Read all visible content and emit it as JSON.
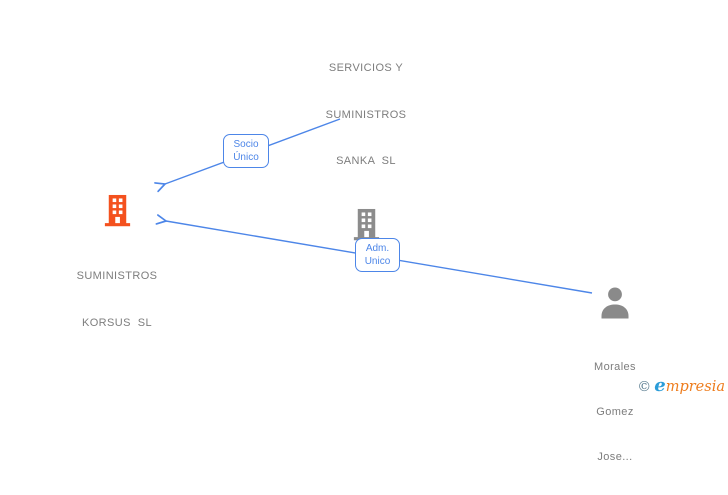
{
  "diagram": {
    "background": "#ffffff",
    "colors": {
      "edge_blue": "#4d86e8",
      "edge_label_text": "#4d86e8",
      "node_label_gray": "#7d7d7d",
      "company_icon_gray": "#8c8c8c",
      "company_icon_orange": "#f4511e",
      "person_icon_gray": "#8a8a8a"
    },
    "nodes": [
      {
        "id": "sanka",
        "type": "company",
        "icon": "building-icon",
        "icon_color": "#8c8c8c",
        "label_lines": [
          "SERVICIOS Y",
          "SUMINISTROS",
          "SANKA  SL"
        ]
      },
      {
        "id": "korsus",
        "type": "company",
        "icon": "building-icon",
        "icon_color": "#f4511e",
        "label_lines": [
          "SUMINISTROS",
          "KORSUS  SL"
        ]
      },
      {
        "id": "morales",
        "type": "person",
        "icon": "person-icon",
        "icon_color": "#8a8a8a",
        "label_lines": [
          "Morales",
          "Gomez",
          "Jose..."
        ]
      }
    ],
    "edges": [
      {
        "id": "socio-unico",
        "from": "sanka",
        "to": "korsus",
        "label_lines": [
          "Socio",
          "Único"
        ]
      },
      {
        "id": "adm-unico",
        "from": "morales",
        "to": "korsus",
        "label_lines": [
          "Adm.",
          "Unico"
        ]
      }
    ]
  },
  "watermark": {
    "copyright": "©",
    "brand_first": "e",
    "brand_rest": "mpresia"
  }
}
